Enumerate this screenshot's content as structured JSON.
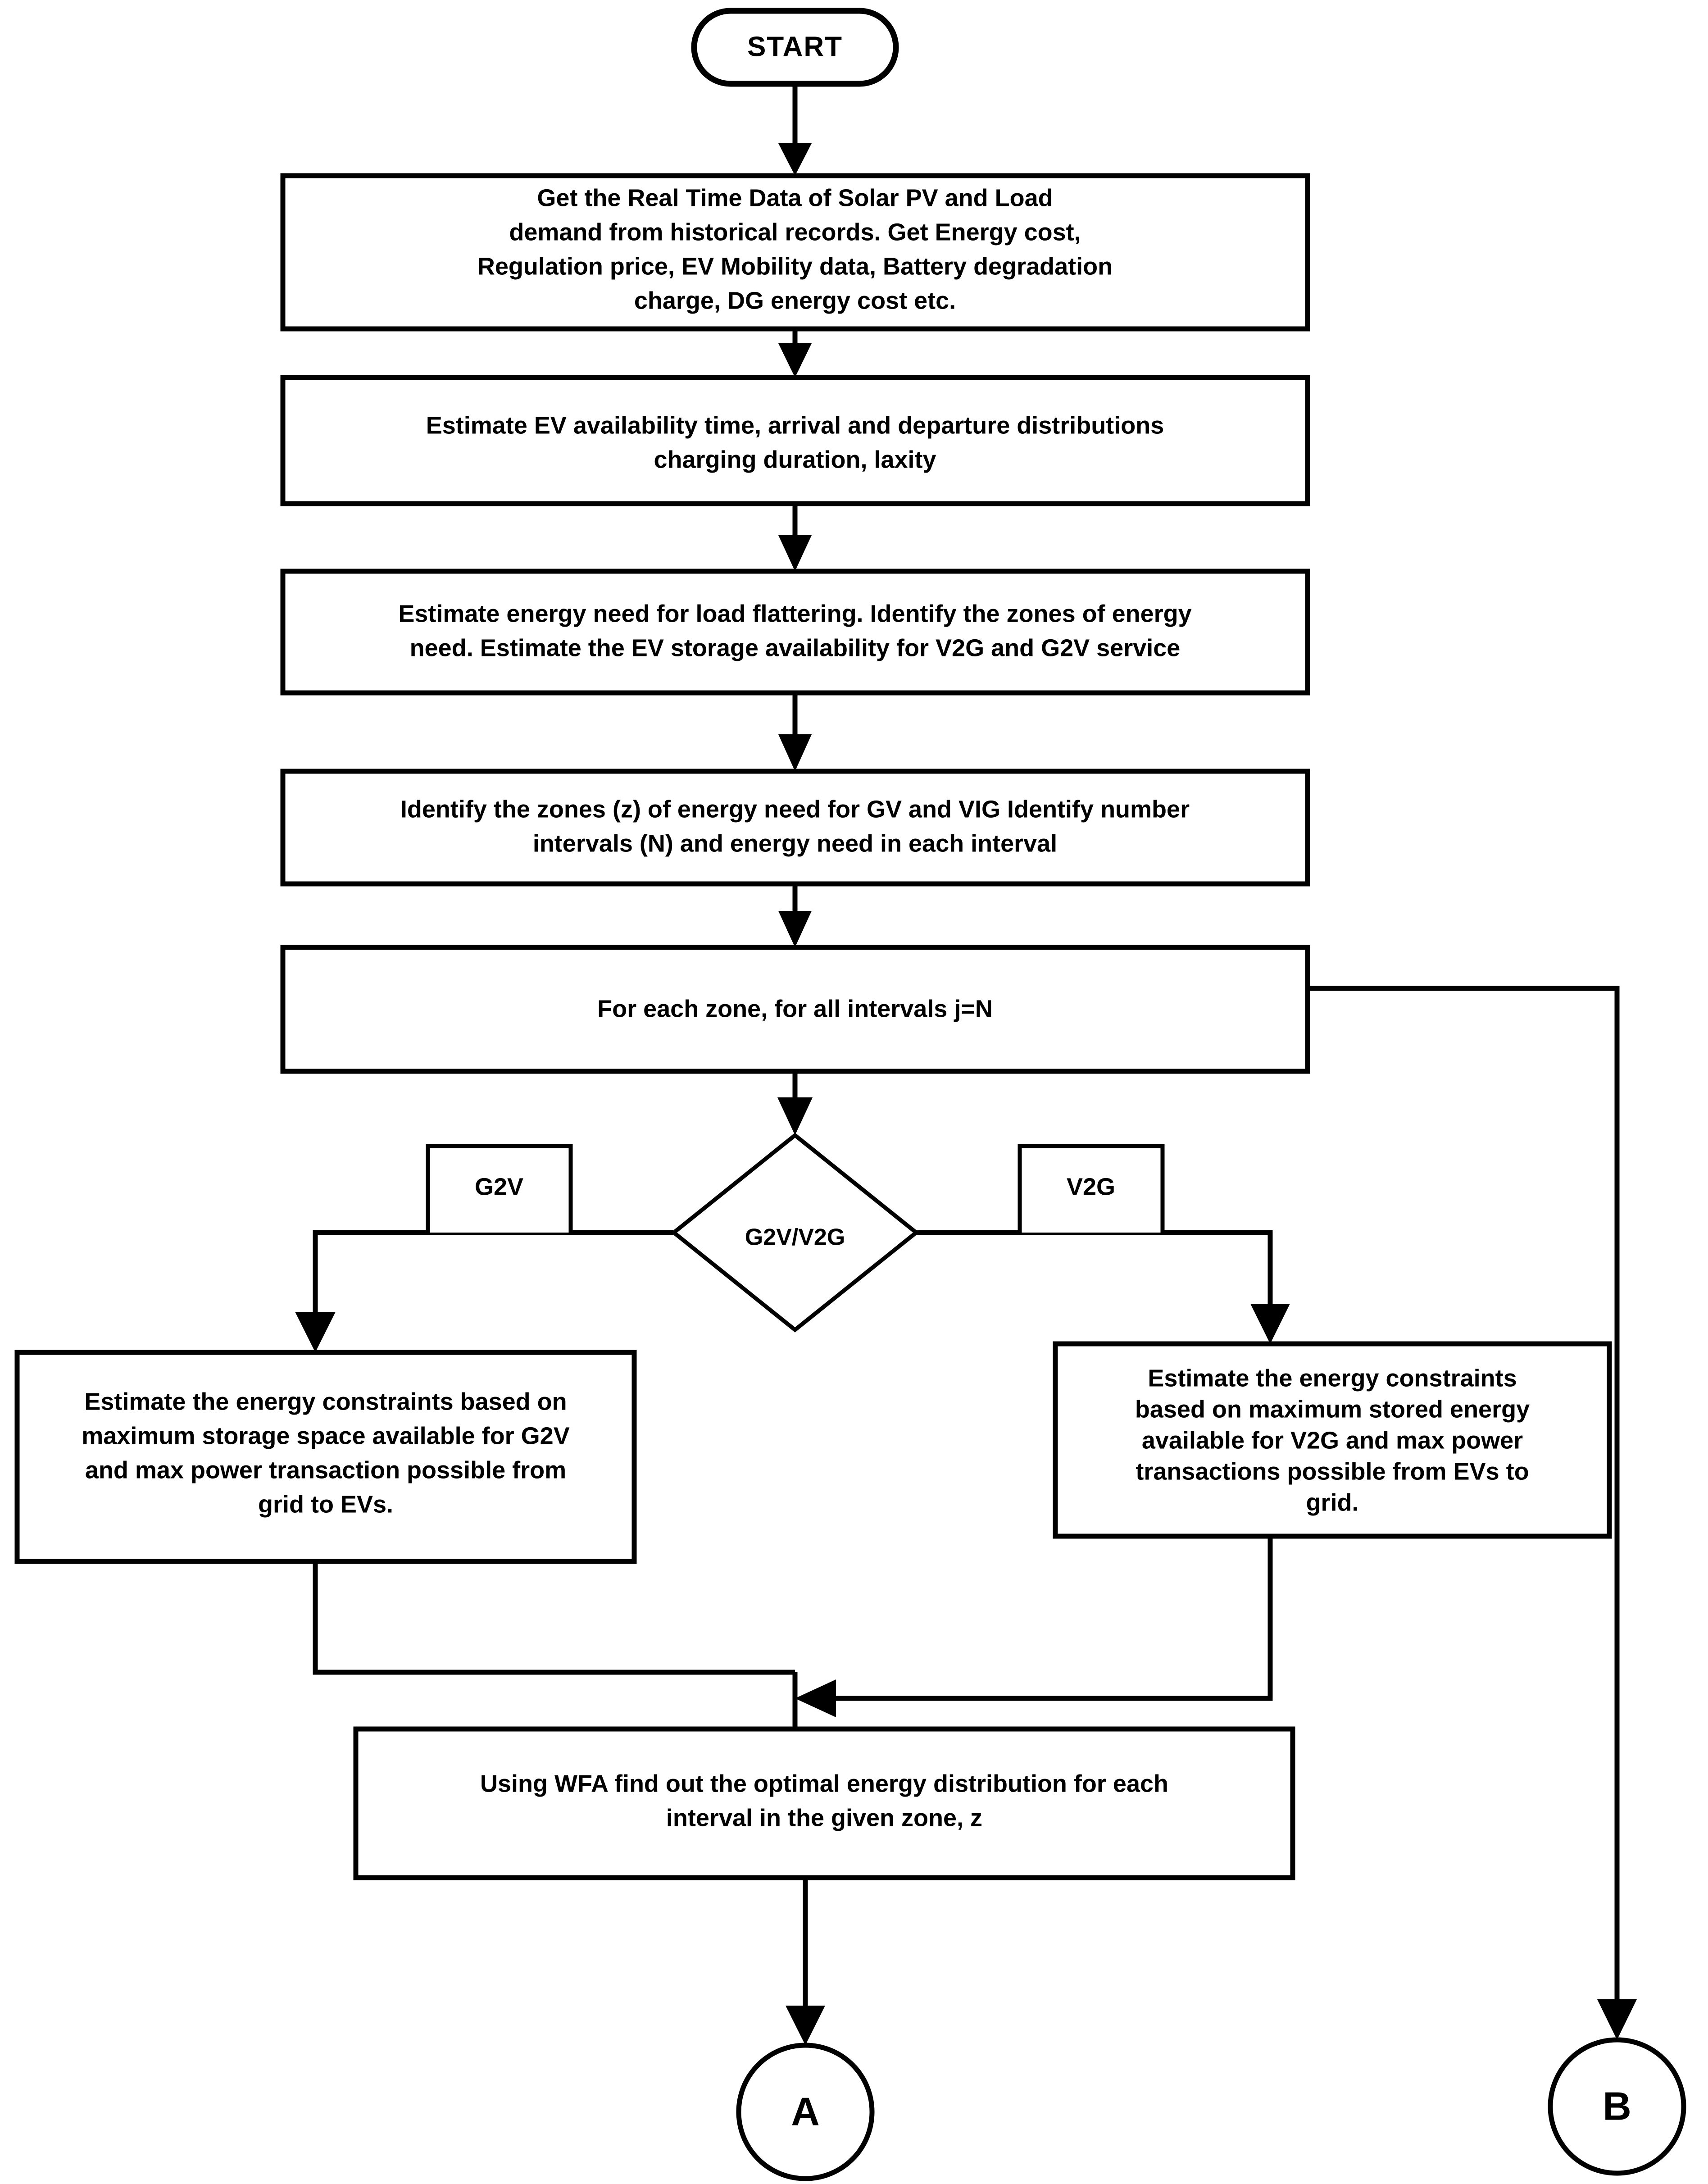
{
  "diagram": {
    "title": "EV G2V / V2G energy scheduling flowchart",
    "colors": {
      "background": "#ffffff",
      "stroke": "#000000",
      "fill": "#ffffff"
    },
    "nodes": {
      "start": {
        "type": "terminator",
        "label": "START"
      },
      "step1": {
        "type": "process",
        "lines": [
          "Get the Real Time Data of Solar PV and Load",
          "demand from historical records. Get Energy cost,",
          "Regulation price, EV Mobility data, Battery degradation",
          "charge, DG energy cost etc."
        ]
      },
      "step2": {
        "type": "process",
        "lines": [
          "Estimate EV availability time, arrival and departure distributions",
          "charging duration, laxity"
        ]
      },
      "step3": {
        "type": "process",
        "lines": [
          "Estimate energy need for load flattering. Identify the zones of energy",
          "need. Estimate the EV storage availability for V2G and G2V service"
        ]
      },
      "step4": {
        "type": "process",
        "lines": [
          "Identify the zones (z) of energy need for GV and VIG Identify number",
          "intervals (N) and energy need in each interval"
        ]
      },
      "loop_header": {
        "type": "process",
        "lines": [
          "For each zone, for all intervals     j=N"
        ]
      },
      "decision": {
        "type": "decision",
        "label": "G2V/V2G"
      },
      "branch_left_label": {
        "type": "branch-label",
        "label": "G2V"
      },
      "branch_right_label": {
        "type": "branch-label",
        "label": "V2G"
      },
      "g2v_process": {
        "type": "process",
        "lines": [
          "Estimate the energy constraints based on",
          "maximum storage space available for G2V",
          "and max power transaction possible from",
          "grid to EVs."
        ]
      },
      "v2g_process": {
        "type": "process",
        "lines": [
          "Estimate the energy constraints",
          "based on maximum stored energy",
          "available for V2G and max power",
          "transactions possible from EVs to",
          "grid."
        ]
      },
      "wfa": {
        "type": "process",
        "lines": [
          "Using WFA find out the optimal energy distribution for each",
          "interval in the given zone, z"
        ]
      },
      "connector_a": {
        "type": "connector",
        "label": "A"
      },
      "connector_b": {
        "type": "connector",
        "label": "B"
      }
    },
    "edges": [
      {
        "from": "start",
        "to": "step1",
        "kind": "arrow-down"
      },
      {
        "from": "step1",
        "to": "step2",
        "kind": "arrow-down"
      },
      {
        "from": "step2",
        "to": "step3",
        "kind": "arrow-down"
      },
      {
        "from": "step3",
        "to": "step4",
        "kind": "arrow-down"
      },
      {
        "from": "step4",
        "to": "loop_header",
        "kind": "arrow-down"
      },
      {
        "from": "loop_header",
        "to": "decision",
        "kind": "arrow-down"
      },
      {
        "from": "decision",
        "to": "g2v_process",
        "kind": "elbow-left-down",
        "label": "G2V"
      },
      {
        "from": "decision",
        "to": "v2g_process",
        "kind": "elbow-right-down",
        "label": "V2G"
      },
      {
        "from": "g2v_process",
        "to": "wfa",
        "kind": "elbow-merge-down"
      },
      {
        "from": "v2g_process",
        "to": "wfa",
        "kind": "elbow-merge-left"
      },
      {
        "from": "wfa",
        "to": "connector_a",
        "kind": "arrow-down"
      },
      {
        "from": "loop_header",
        "to": "connector_b",
        "kind": "elbow-right-down"
      }
    ]
  }
}
